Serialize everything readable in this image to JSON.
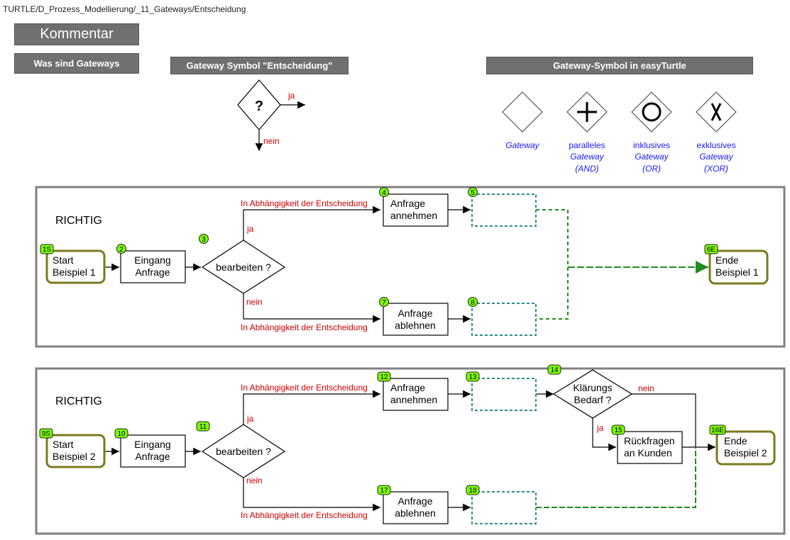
{
  "path": "TURTLE/D_Prozess_Modellierung/_11_Gateways/Entscheidung",
  "headers": {
    "kommentar": "Kommentar",
    "was_sind": "Was sind Gateways",
    "symbol": "Gateway Symbol \"Entscheidung\"",
    "easy": "Gateway-Symbol in easyTurtle"
  },
  "legend": {
    "question": "?",
    "ja": "ja",
    "nein": "nein",
    "gateways": [
      {
        "l1": "Gateway",
        "l2": "",
        "l3": ""
      },
      {
        "l1": "paralleles",
        "l2": "Gateway",
        "l3": "(AND)"
      },
      {
        "l1": "inklusives",
        "l2": "Gateway",
        "l3": "(OR)"
      },
      {
        "l1": "exklusives",
        "l2": "Gateway",
        "l3": "(XOR)"
      }
    ]
  },
  "ex1": {
    "title": "RICHTIG",
    "start": {
      "badge": "1S",
      "l1": "Start",
      "l2": "Beispiel 1"
    },
    "in": {
      "badge": "2",
      "l1": "Eingang",
      "l2": "Anfrage"
    },
    "gw": {
      "badge": "3",
      "label": "bearbeiten ?"
    },
    "acc": {
      "badge": "4",
      "l1": "Anfrage",
      "l2": "annehmen"
    },
    "e1": {
      "badge": "5"
    },
    "rej": {
      "badge": "7",
      "l1": "Anfrage",
      "l2": "ablehnen"
    },
    "e2": {
      "badge": "8"
    },
    "end": {
      "badge": "6E",
      "l1": "Ende",
      "l2": "Beispiel 1"
    },
    "dep_top": "In Abhängigkeit der Entscheidung",
    "dep_bot": "In Abhängigkeit der Entscheidung",
    "ja": "ja",
    "nein": "nein"
  },
  "ex2": {
    "title": "RICHTIG",
    "start": {
      "badge": "9S",
      "l1": "Start",
      "l2": "Beispiel 2"
    },
    "in": {
      "badge": "10",
      "l1": "Eingang",
      "l2": "Anfrage"
    },
    "gw": {
      "badge": "11",
      "label": "bearbeiten ?"
    },
    "acc": {
      "badge": "12",
      "l1": "Anfrage",
      "l2": "annehmen"
    },
    "e1": {
      "badge": "13"
    },
    "kl": {
      "badge": "14",
      "l1": "Klärungs",
      "l2": "Bedarf ?"
    },
    "rf": {
      "badge": "15",
      "l1": "Rückfragen",
      "l2": "an Kunden"
    },
    "rej": {
      "badge": "17",
      "l1": "Anfrage",
      "l2": "ablehnen"
    },
    "e2": {
      "badge": "18"
    },
    "end": {
      "badge": "16E",
      "l1": "Ende",
      "l2": "Beispiel 2"
    },
    "dep_top": "In Abhängigkeit der Entscheidung",
    "dep_bot": "In Abhängigkeit der Entscheidung",
    "ja": "ja",
    "nein": "nein",
    "kl_nein": "nein",
    "kl_ja": "ja"
  },
  "colors": {
    "header_bg": "#707070",
    "badge": "#7cfc00",
    "event_border": "#7a7a1e",
    "dashed_teal": "#2e8b8b",
    "dashed_green": "#228b22",
    "red_text": "#cc0000",
    "blue_text": "#1a1aff"
  }
}
